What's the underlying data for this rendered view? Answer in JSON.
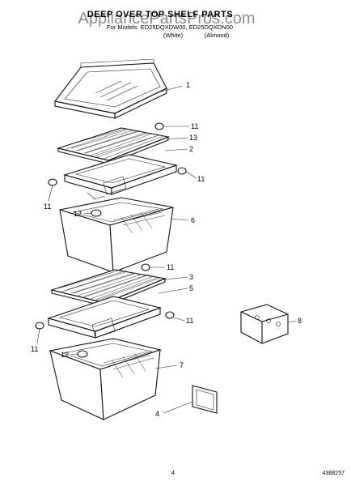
{
  "header": {
    "title": "DEEP OVER TOP SHELF PARTS",
    "models_line": "For Models: ED25DQXDW00, ED25DQXDN00",
    "variant_white": "(White)",
    "variant_almond": "(Almond)",
    "watermark": "AppliancePartsPros.com"
  },
  "callouts": [
    {
      "id": "shelf-glass",
      "label": "1"
    },
    {
      "id": "spacer-top-right",
      "label": "11"
    },
    {
      "id": "wire-cover-top",
      "label": "13"
    },
    {
      "id": "crisper-cover-top",
      "label": "2"
    },
    {
      "id": "spacer-right-2",
      "label": "11"
    },
    {
      "id": "spacer-left-1",
      "label": "11"
    },
    {
      "id": "roller-top",
      "label": "12"
    },
    {
      "id": "crisper-drawer",
      "label": "6"
    },
    {
      "id": "spacer-mid-right",
      "label": "11"
    },
    {
      "id": "wire-cover-bottom",
      "label": "3"
    },
    {
      "id": "meat-cover",
      "label": "5"
    },
    {
      "id": "spacer-lower-right",
      "label": "11"
    },
    {
      "id": "spacer-left-2",
      "label": "11"
    },
    {
      "id": "roller-bottom",
      "label": "12"
    },
    {
      "id": "meat-drawer",
      "label": "7"
    },
    {
      "id": "bin-side",
      "label": "8"
    },
    {
      "id": "control-slide",
      "label": "4"
    }
  ],
  "footer": {
    "page_number": "4",
    "part_code": "4388257"
  }
}
